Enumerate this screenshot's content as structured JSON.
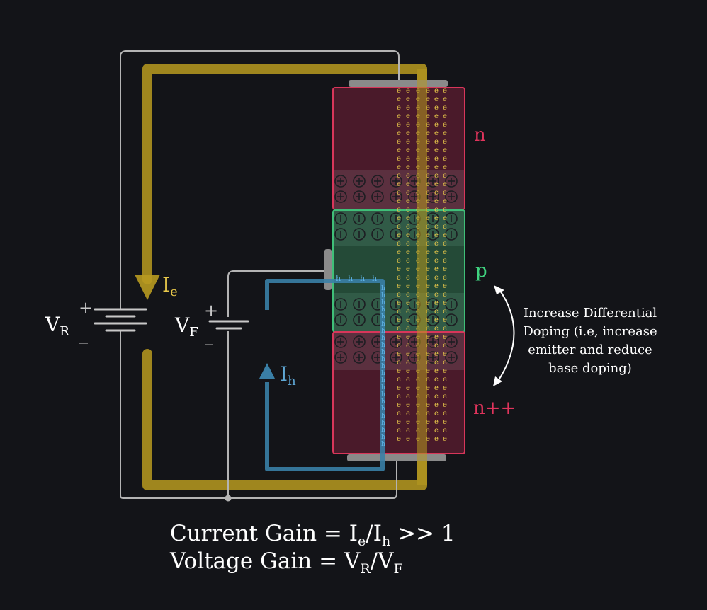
{
  "labels": {
    "region_top": "n",
    "region_middle": "p",
    "region_bottom": "n++",
    "current_emitter_main": "I",
    "current_emitter_sub": "e",
    "current_base_main": "I",
    "current_base_sub": "h",
    "vr_main": "V",
    "vr_sub": "R",
    "vf_main": "V",
    "vf_sub": "F",
    "plus_sign": "+",
    "minus_sign": "_"
  },
  "annotation": {
    "lines": [
      "Increase Differential",
      "Doping (i.e, increase",
      "emitter and reduce",
      "base doping)"
    ]
  },
  "equations": {
    "gain_current": {
      "prefix": "Current Gain = I",
      "sub1": "e",
      "mid": "/I",
      "sub2": "h",
      "suffix": " >> 1"
    },
    "gain_voltage": {
      "prefix": "Voltage Gain = V",
      "sub1": "R",
      "mid": "/V",
      "sub2": "F"
    }
  },
  "carriers": {
    "electron_symbol": "e",
    "hole_symbol": "h"
  },
  "colors": {
    "background": "#131418",
    "n_region": "#4a1a2a",
    "n_border": "#d8365a",
    "p_region": "#244a37",
    "p_border": "#3fbf78",
    "wire": "#b4b4b4",
    "emitter_current": "#b89a20",
    "base_current": "#3a7fa6",
    "electron": "#e8c84a",
    "hole": "#5fb4e6",
    "label_n": "#e0345c",
    "label_p": "#3fd27f",
    "text": "#ffffff"
  }
}
